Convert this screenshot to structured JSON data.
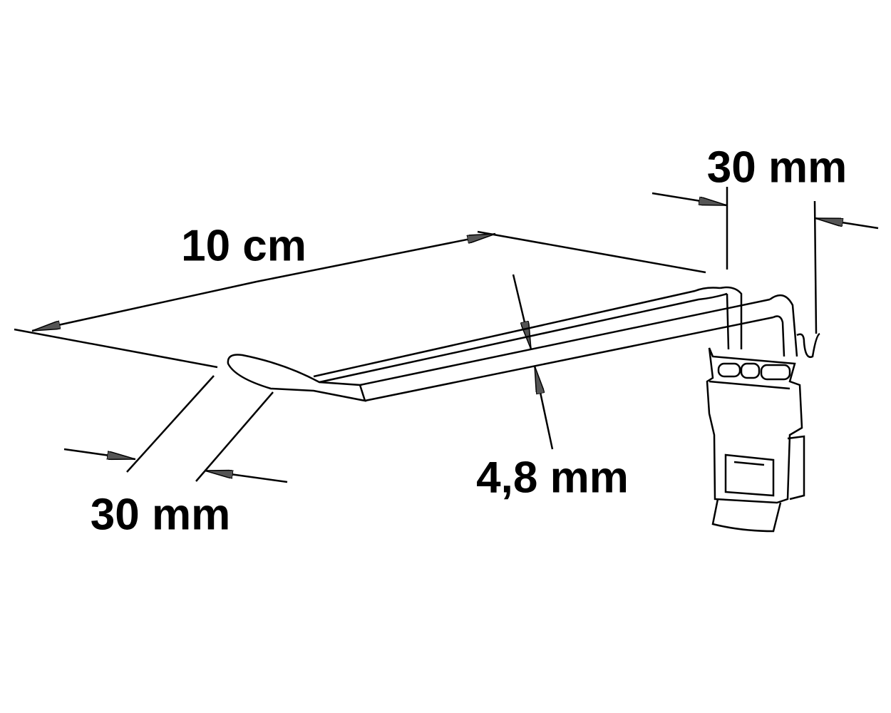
{
  "labels": {
    "length": "10 cm",
    "clip_width": "30 mm",
    "tip_width": "30 mm",
    "wire_diameter": "4,8 mm"
  },
  "colors": {
    "line": "#000000",
    "arrow": "#555555"
  }
}
